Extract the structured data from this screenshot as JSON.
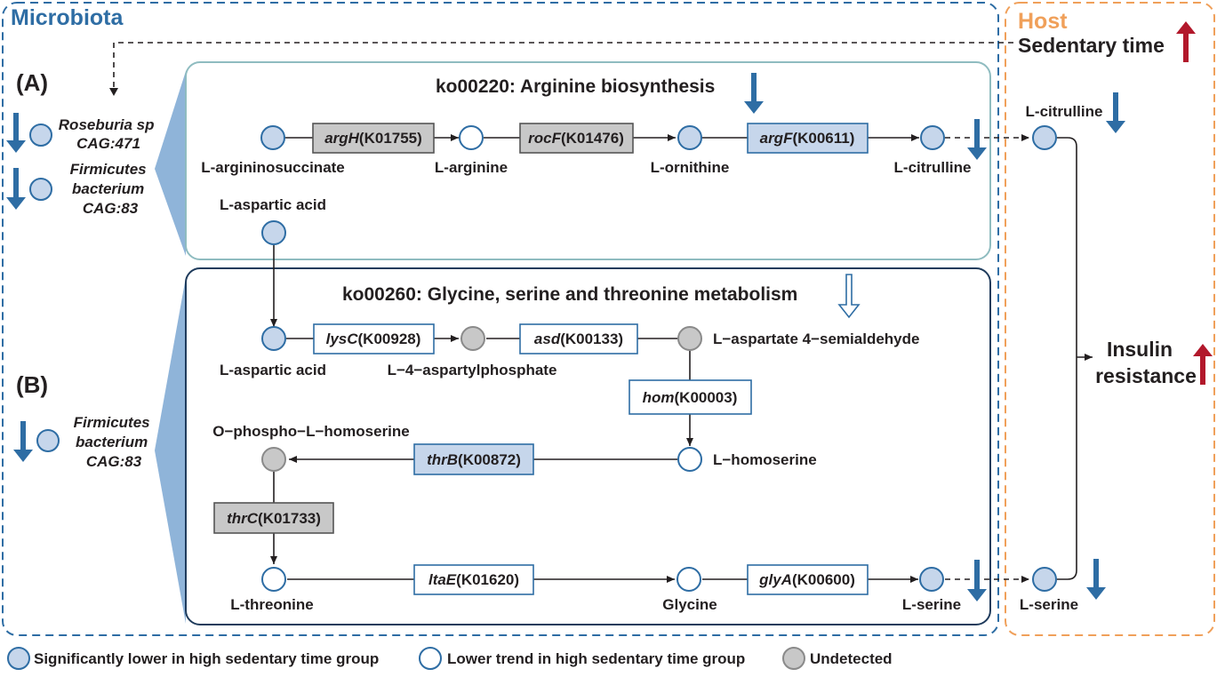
{
  "colors": {
    "blue_fill": "#c6d6eb",
    "blue_stroke": "#2e6da4",
    "gray_fill": "#c8c8c8",
    "gray_stroke": "#8a8a8a",
    "down_arrow": "#2e6da4",
    "up_arrow": "#b2182b",
    "host_orange": "#f0a05a",
    "microbiota_blue": "#2e6da4",
    "panel_a_border": "#8fbcc0",
    "panel_b_border": "#1f3b5c"
  },
  "sections": {
    "microbiota": "Microbiota",
    "host": "Host"
  },
  "host": {
    "sedentary_time": "Sedentary time",
    "insulin_line1": "Insulin",
    "insulin_line2": "resistance",
    "citrulline": "L-citrulline",
    "serine": "L-serine"
  },
  "panel_a": {
    "label": "(A)",
    "title": "ko00220: Arginine biosynthesis",
    "species": [
      [
        "Roseburia sp",
        "CAG:471"
      ],
      [
        "Firmicutes",
        "bacterium",
        "CAG:83"
      ]
    ],
    "metabolites": {
      "argininosuccinate": "L-argininosuccinate",
      "arginine": "L-arginine",
      "ornithine": "L-ornithine",
      "citrulline": "L-citrulline",
      "aspartic": "L-aspartic acid"
    },
    "genes": {
      "argH": {
        "name": "argH",
        "code": "(K01755)"
      },
      "rocF": {
        "name": "rocF",
        "code": "(K01476)"
      },
      "argF": {
        "name": "argF",
        "code": "(K00611)"
      }
    }
  },
  "panel_b": {
    "label": "(B)",
    "title": "ko00260: Glycine, serine and threonine metabolism",
    "species": [
      [
        "Firmicutes",
        "bacterium",
        "CAG:83"
      ]
    ],
    "metabolites": {
      "aspartic": "L-aspartic acid",
      "aspartylphosphate": "L−4−aspartylphosphate",
      "semialdehyde": "L−aspartate 4−semialdehyde",
      "homoserine": "L−homoserine",
      "phosphohomoserine": "O−phospho−L−homoserine",
      "threonine": "L-threonine",
      "glycine": "Glycine",
      "serine": "L-serine"
    },
    "genes": {
      "lysC": {
        "name": "lysC",
        "code": "(K00928)"
      },
      "asd": {
        "name": "asd",
        "code": "(K00133)"
      },
      "hom": {
        "name": "hom",
        "code": "(K00003)"
      },
      "thrB": {
        "name": "thrB",
        "code": "(K00872)"
      },
      "thrC": {
        "name": "thrC",
        "code": "(K01733)"
      },
      "ltaE": {
        "name": "ltaE",
        "code": "(K01620)"
      },
      "glyA": {
        "name": "glyA",
        "code": "(K00600)"
      }
    }
  },
  "legend": {
    "significant": "Significantly lower in high sedentary time group",
    "trend": "Lower trend in high sedentary time group",
    "undetected": "Undetected"
  }
}
